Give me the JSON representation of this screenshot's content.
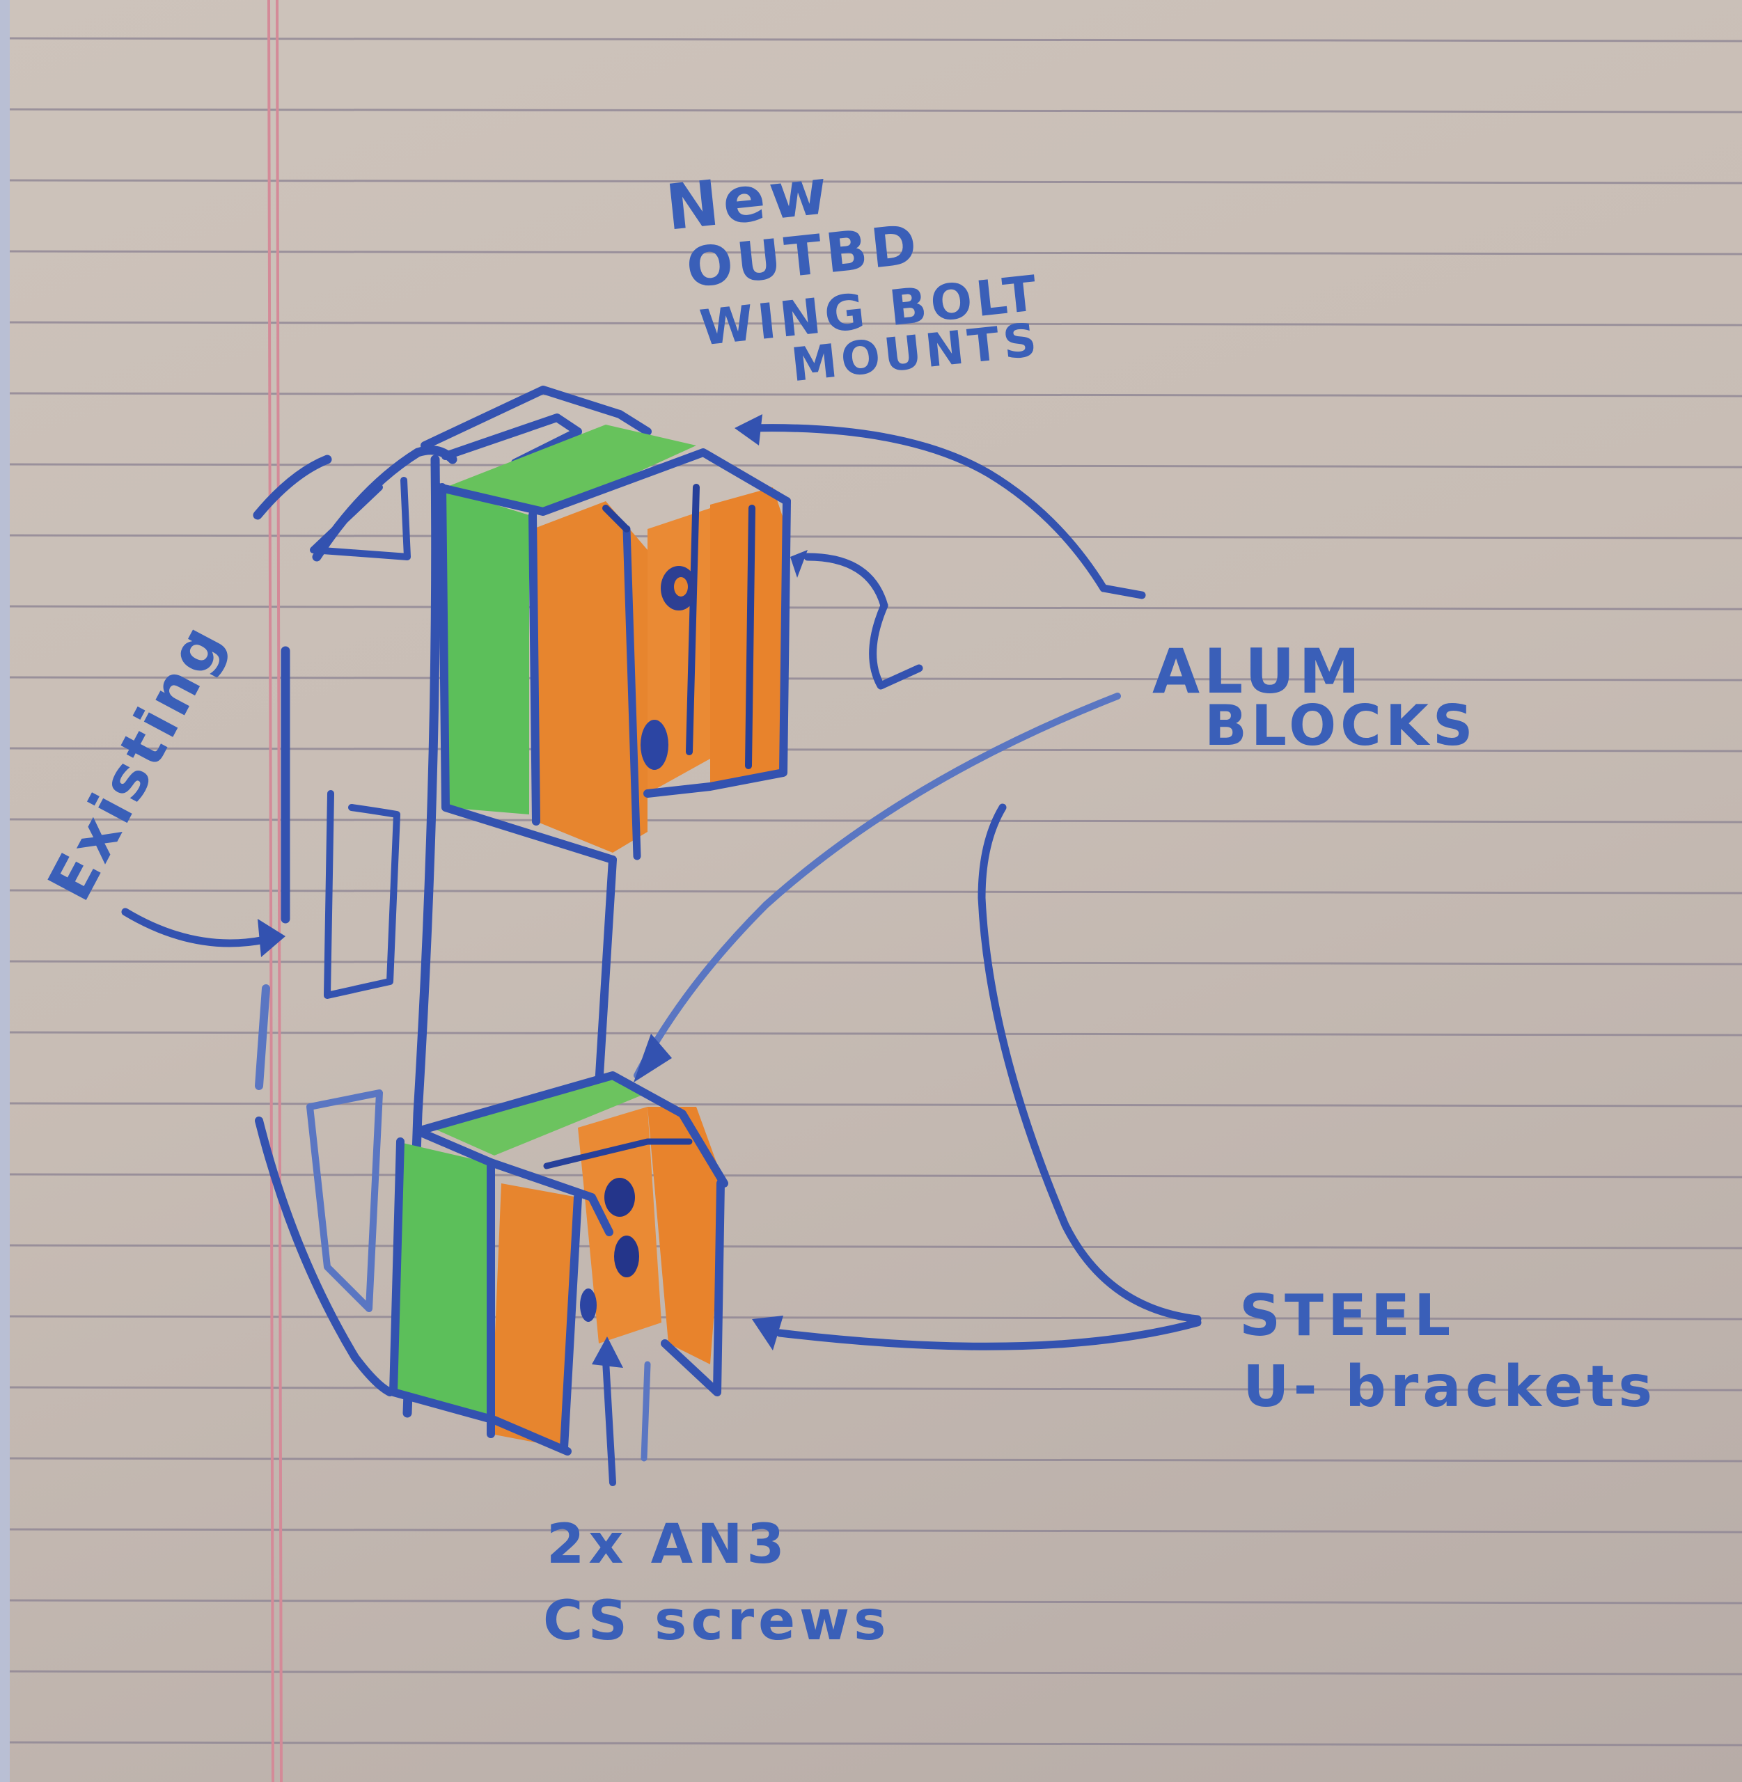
{
  "paper": {
    "type": "ruled notebook sketch",
    "colors": {
      "paper": "#c9bfb7",
      "rule_line": "#8e8594",
      "margin_line": "#d48a98",
      "ink": "#3352b0",
      "aluminum_block": "#5cbf5a",
      "steel_bracket": "#e7852e"
    }
  },
  "labels": {
    "title_line1": "New",
    "title_line2": "OUTBD",
    "title_line3": "WING BOLT",
    "title_line4": "MOUNTS",
    "existing": "Existing",
    "alum_line1": "ALUM",
    "alum_line2": "BLOCKS",
    "steel_line1": "STEEL",
    "steel_line2": "U- brackets",
    "screws_line1": "2x AN3",
    "screws_line2": "CS screws"
  },
  "components": [
    {
      "id": "upper-mount",
      "parts": [
        "aluminum block (green)",
        "steel U-bracket (orange)",
        "bolt hole"
      ]
    },
    {
      "id": "lower-mount",
      "parts": [
        "aluminum block (green)",
        "steel U-bracket (orange)",
        "2x AN3 CS screw holes"
      ]
    },
    {
      "id": "existing-bracket",
      "parts": [
        "outline with 3 lightening cutouts"
      ]
    }
  ],
  "callouts": [
    {
      "label": "ALUM BLOCKS",
      "targets": [
        "upper-mount",
        "lower-mount"
      ]
    },
    {
      "label": "STEEL U-brackets",
      "targets": [
        "upper-mount",
        "lower-mount"
      ]
    },
    {
      "label": "2x AN3 CS screws",
      "targets": [
        "lower-mount"
      ]
    },
    {
      "label": "Existing",
      "targets": [
        "existing-bracket"
      ]
    }
  ]
}
